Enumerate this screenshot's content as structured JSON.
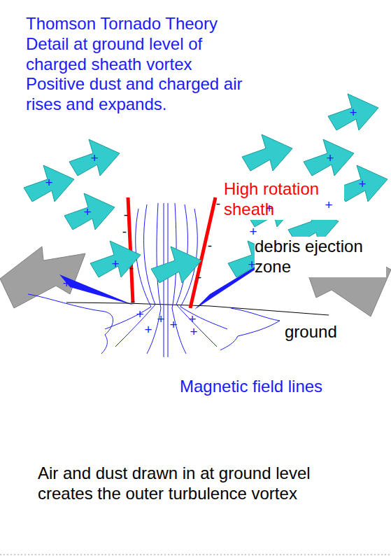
{
  "diagram": {
    "title": "Thomson Tornado Theory Detail at ground level of charged sheath vortex Positive dust and charged air rises and expands.",
    "caption": "Air and dust drawn in at ground level creates the outer turbulence vortex",
    "labels": [
      "High rotation sheath",
      "debris ejection zone",
      "ground",
      "Magnetic field lines",
      "+",
      "+",
      "+",
      "+",
      "+",
      "+",
      "+",
      "+",
      "+",
      "+",
      "+",
      "+",
      "+",
      "+",
      "+",
      "+",
      "+",
      "+",
      "-",
      "-",
      "-",
      "-",
      "-",
      "-",
      "-"
    ]
  }
}
